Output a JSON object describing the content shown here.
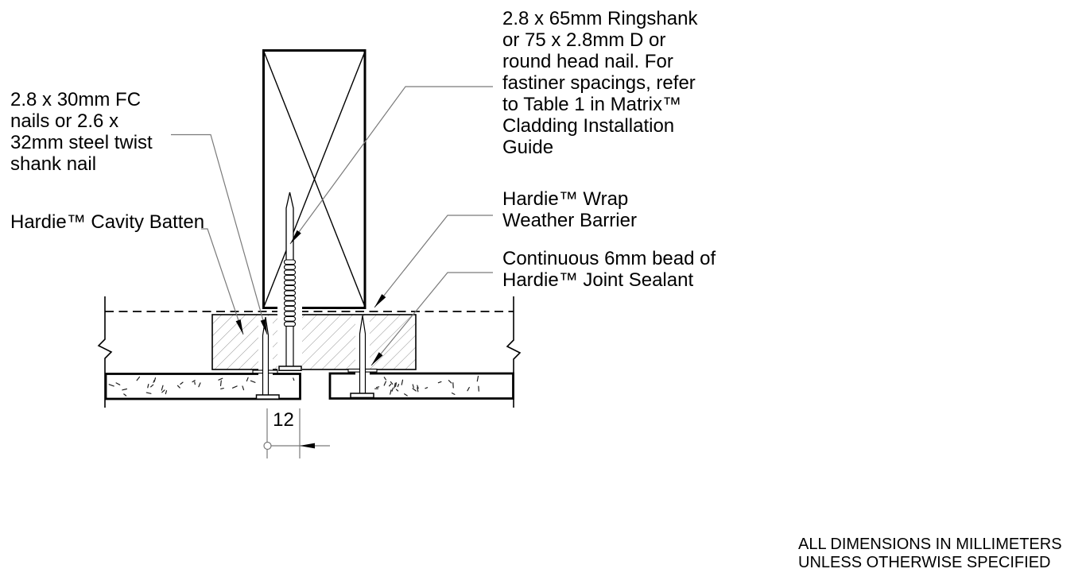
{
  "annotations": {
    "fc_nails": "2.8 x 30mm FC\nnails or 2.6 x\n32mm steel twist\nshank nail",
    "cavity_batten": "Hardie™ Cavity Batten",
    "ringshank_nail": "2.8 x 65mm Ringshank\nor 75 x 2.8mm D or\nround head nail. For\nfastiner spacings, refer\nto Table 1 in Matrix™\nCladding Installation\nGuide",
    "weather_barrier": "Hardie™ Wrap\nWeather Barrier",
    "joint_sealant": "Continuous 6mm bead of\nHardie™ Joint Sealant"
  },
  "dimension": {
    "value": "12"
  },
  "note": "ALL DIMENSIONS IN MILLIMETERS\nUNLESS OTHERWISE SPECIFIED",
  "colors": {
    "line": "#000000",
    "leader": "#7a7a7a",
    "hatch": "#8f8f8f",
    "background": "#ffffff"
  }
}
